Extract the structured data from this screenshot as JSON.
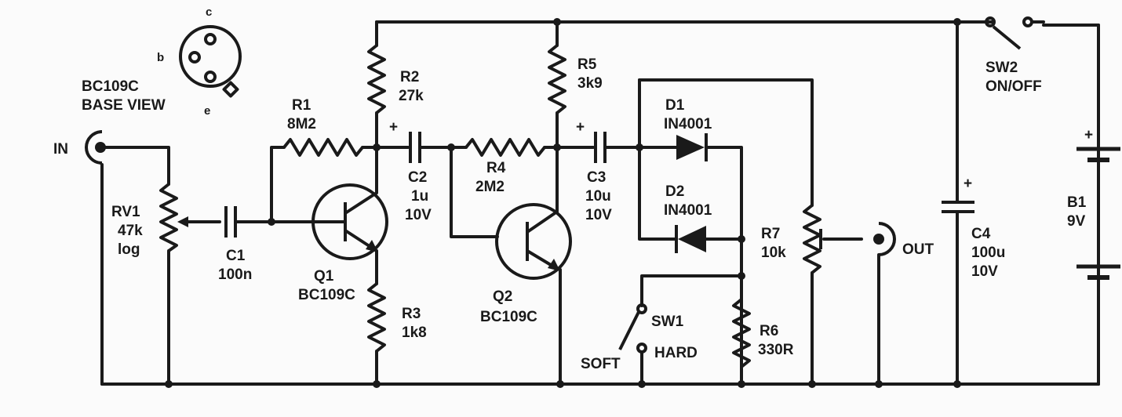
{
  "pinout": {
    "title": "BC109C",
    "subtitle": "BASE VIEW",
    "pin_c": "c",
    "pin_b": "b",
    "pin_e": "e"
  },
  "input": {
    "label": "IN"
  },
  "output": {
    "label": "OUT"
  },
  "components": {
    "rv1": {
      "ref": "RV1",
      "value": "47k",
      "extra": "log"
    },
    "c1": {
      "ref": "C1",
      "value": "100n"
    },
    "r1": {
      "ref": "R1",
      "value": "8M2"
    },
    "r2": {
      "ref": "R2",
      "value": "27k"
    },
    "r3": {
      "ref": "R3",
      "value": "1k8"
    },
    "q1": {
      "ref": "Q1",
      "value": "BC109C"
    },
    "c2": {
      "ref": "C2",
      "value": "1u",
      "voltage": "10V",
      "plus": "+"
    },
    "r4": {
      "ref": "R4",
      "value": "2M2"
    },
    "r5": {
      "ref": "R5",
      "value": "3k9"
    },
    "q2": {
      "ref": "Q2",
      "value": "BC109C"
    },
    "c3": {
      "ref": "C3",
      "value": "10u",
      "voltage": "10V",
      "plus": "+"
    },
    "d1": {
      "ref": "D1",
      "value": "IN4001"
    },
    "d2": {
      "ref": "D2",
      "value": "IN4001"
    },
    "r7": {
      "ref": "R7",
      "value": "10k"
    },
    "r6": {
      "ref": "R6",
      "value": "330R"
    },
    "sw1": {
      "ref": "SW1",
      "pos_soft": "SOFT",
      "pos_hard": "HARD"
    },
    "c4": {
      "ref": "C4",
      "value": "100u",
      "voltage": "10V",
      "plus": "+"
    },
    "sw2": {
      "ref": "SW2",
      "value": "ON/OFF"
    },
    "b1": {
      "ref": "B1",
      "value": "9V",
      "plus": "+"
    }
  }
}
